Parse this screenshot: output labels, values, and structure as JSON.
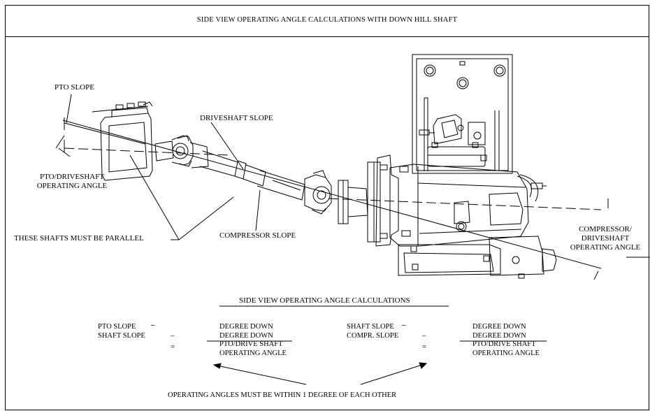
{
  "title": "SIDE VIEW OPERATING ANGLE CALCULATIONS WITH DOWN HILL SHAFT",
  "labels": {
    "pto_slope": "PTO SLOPE",
    "driveshaft_slope": "DRIVESHAFT SLOPE",
    "pto_driveshaft_angle_1": "PTO/DRIVESHAFT",
    "pto_driveshaft_angle_2": "OPERATING ANGLE",
    "parallel_note": "THESE SHAFTS MUST BE PARALLEL",
    "compressor_slope": "COMPRESSOR SLOPE",
    "compressor_angle_1": "COMPRESSOR/",
    "compressor_angle_2": "DRIVESHAFT",
    "compressor_angle_3": "OPERATING ANGLE"
  },
  "calculations": {
    "heading": "SIDE VIEW OPERATING ANGLE CALCULATIONS",
    "left": {
      "line1": "PTO SLOPE",
      "line2": "SHAFT SLOPE",
      "minus": "–",
      "equals": "=",
      "result1": "DEGREE DOWN",
      "result2": "DEGREE DOWN",
      "result3": "PTO/DRIVE SHAFT",
      "result4": "OPERATING ANGLE"
    },
    "right": {
      "line1": "SHAFT SLOPE",
      "line2": "COMPR. SLOPE",
      "minus": "–",
      "equals": "=",
      "result1": "DEGREE DOWN",
      "result2": "DEGREE DOWN",
      "result3": "PTO/DRIVE SHAFT",
      "result4": "OPERATING ANGLE"
    },
    "footer": "OPERATING ANGLES MUST BE WITHIN 1 DEGREE OF EACH OTHER"
  }
}
